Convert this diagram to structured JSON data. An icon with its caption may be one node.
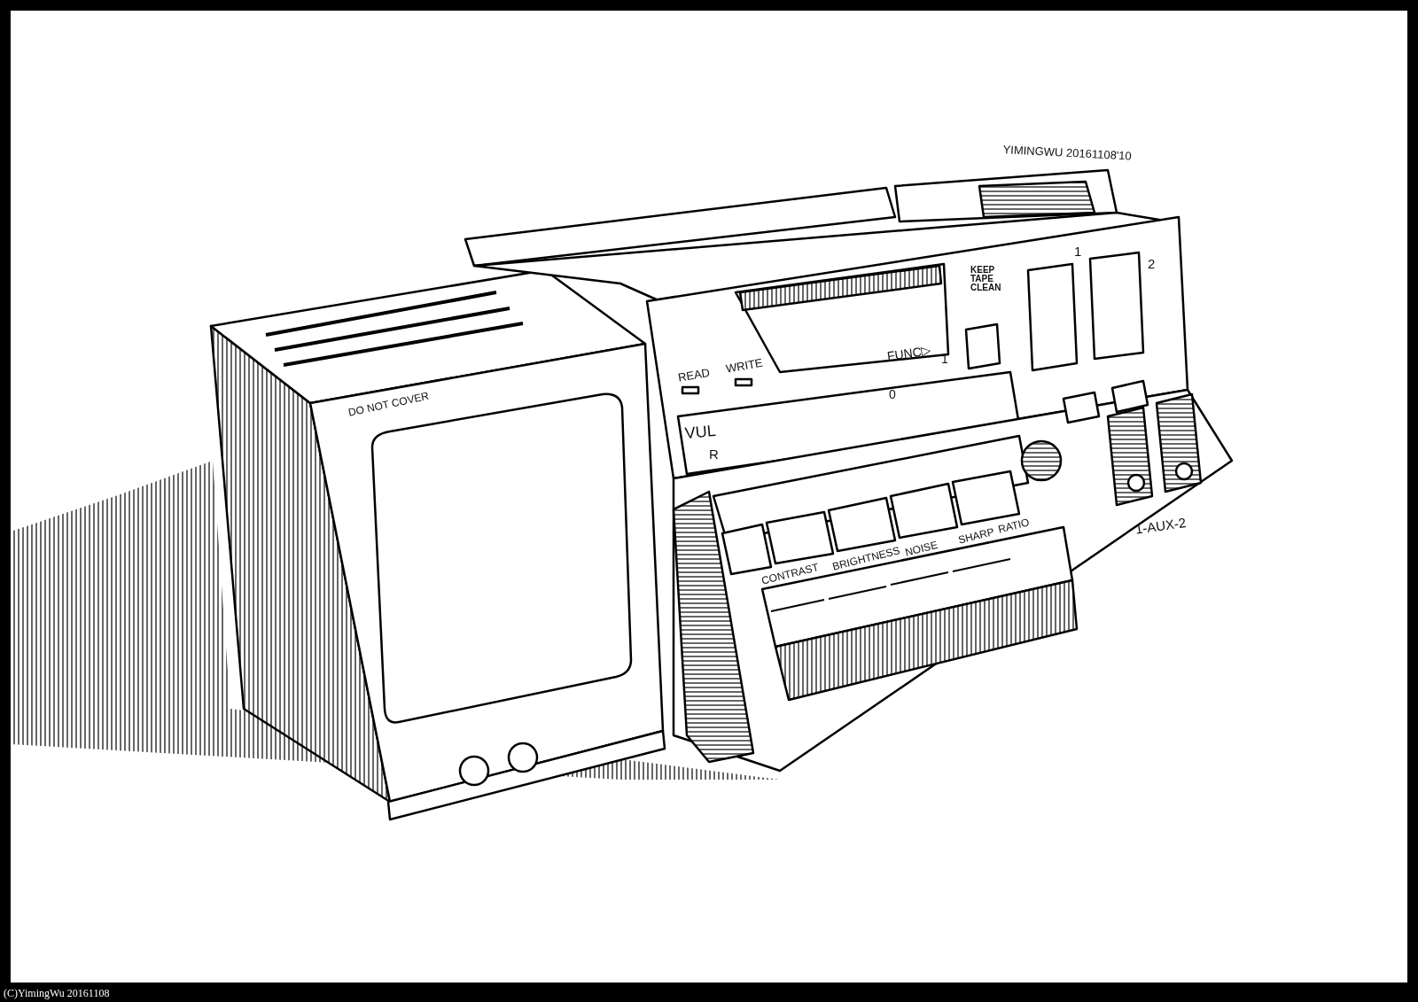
{
  "diagram": {
    "caption": "(C)YimingWu 20161108",
    "labels": [
      "YIMINGWU 20161108'10",
      "KEEP TAPE CLEAN",
      "1",
      "2",
      "READ",
      "WRITE",
      "FUNC▷",
      "1",
      "0",
      "VUL",
      "R",
      "DO NOT COVER",
      "CONTRAST",
      "BRIGHTNESS",
      "NOISE",
      "SHARP",
      "RATIO",
      "1-AUX-2"
    ]
  }
}
